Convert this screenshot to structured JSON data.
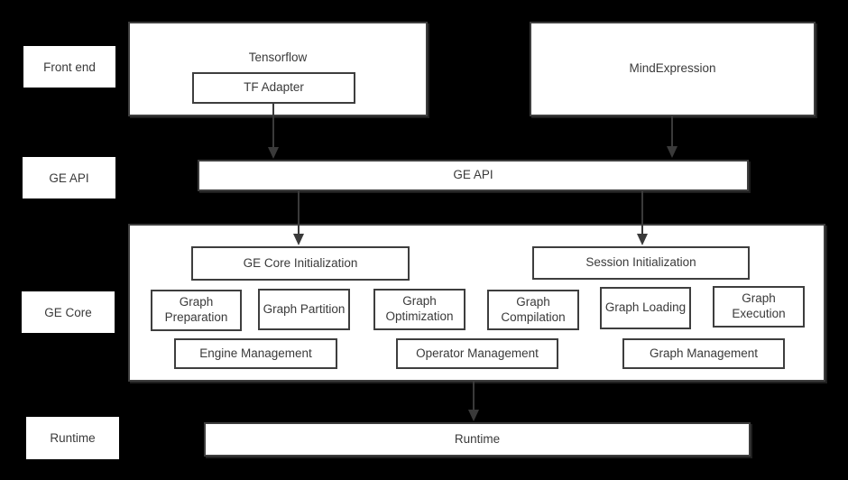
{
  "colors": {
    "background": "#000000",
    "box_fill": "#ffffff",
    "box_border": "#3e3e3e",
    "text": "#3a3a3a",
    "arrow": "#3a3a3a"
  },
  "row_labels": [
    {
      "label": "Front end"
    },
    {
      "label": "GE API"
    },
    {
      "label": "GE Core"
    },
    {
      "label": "Runtime"
    }
  ],
  "front_end": {
    "tensorflow": "Tensorflow",
    "tf_adapter": "TF Adapter",
    "mindexpression": "MindExpression"
  },
  "ge_api": {
    "label": "GE API"
  },
  "ge_core": {
    "init_boxes": [
      "GE Core Initialization",
      "Session Initialization"
    ],
    "function_boxes": [
      "Graph Preparation",
      "Graph Partition",
      "Graph Optimization",
      "Graph Compilation",
      "Graph Loading",
      "Graph Execution"
    ],
    "management_boxes": [
      "Engine Management",
      "Operator Management",
      "Graph Management"
    ]
  },
  "runtime": {
    "label": "Runtime"
  }
}
